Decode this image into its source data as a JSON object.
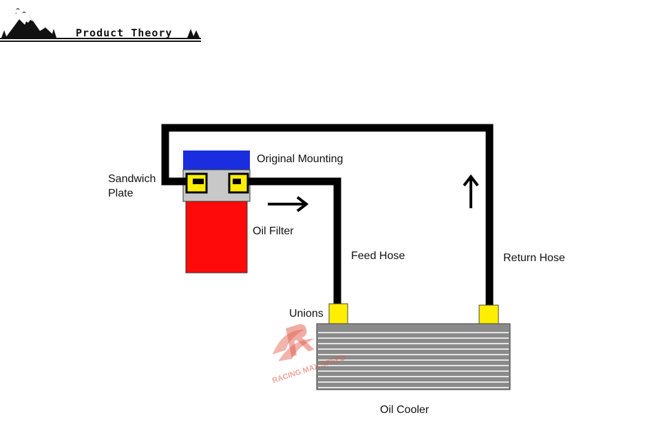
{
  "header": {
    "title": "Product Theory"
  },
  "labels": {
    "original_mounting": "Original Mounting",
    "sandwich_plate_line1": "Sandwich",
    "sandwich_plate_line2": "Plate",
    "oil_filter": "Oil Filter",
    "feed_hose": "Feed Hose",
    "return_hose": "Return Hose",
    "unions": "Unions",
    "oil_cooler": "Oil Cooler"
  },
  "watermark": {
    "text": "RACING MAX SPEED"
  },
  "colors": {
    "hose": "#000000",
    "mounting": "#1a2ee0",
    "filter": "#ff0a0a",
    "plate": "#c8c8c8",
    "unions": "#ffee00",
    "cooler": "#8a8a8a"
  }
}
